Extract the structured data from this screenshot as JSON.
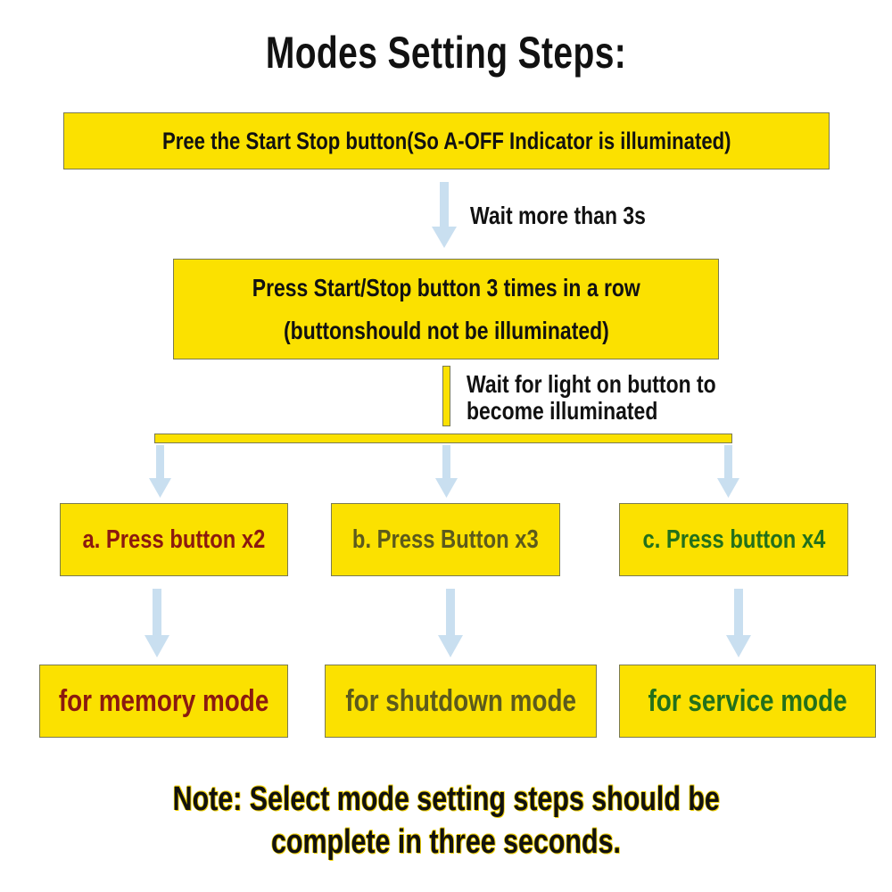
{
  "title": "Modes Setting Steps:",
  "steps": {
    "step1": "Pree the Start Stop button(So A-OFF Indicator is illuminated)",
    "step2_line1": "Press Start/Stop button 3 times in a row",
    "step2_line2": "(buttonshould not be illuminated)"
  },
  "connectors": {
    "wait1": "Wait more than 3s",
    "wait2_line1": "Wait for light on button to",
    "wait2_line2": "become illuminated"
  },
  "options": [
    {
      "press": "a. Press button x2",
      "mode": "for memory mode",
      "color": "#8b1a0f"
    },
    {
      "press": "b. Press Button x3",
      "mode": "for shutdown mode",
      "color": "#5c5a1c"
    },
    {
      "press": "c. Press button x4",
      "mode": "for service mode",
      "color": "#23701b"
    }
  ],
  "note": {
    "line1": "Note: Select mode setting steps should be",
    "line2": "complete in three seconds."
  },
  "colors": {
    "box_fill": "#fbe100",
    "arrow": "#c9dff0"
  }
}
